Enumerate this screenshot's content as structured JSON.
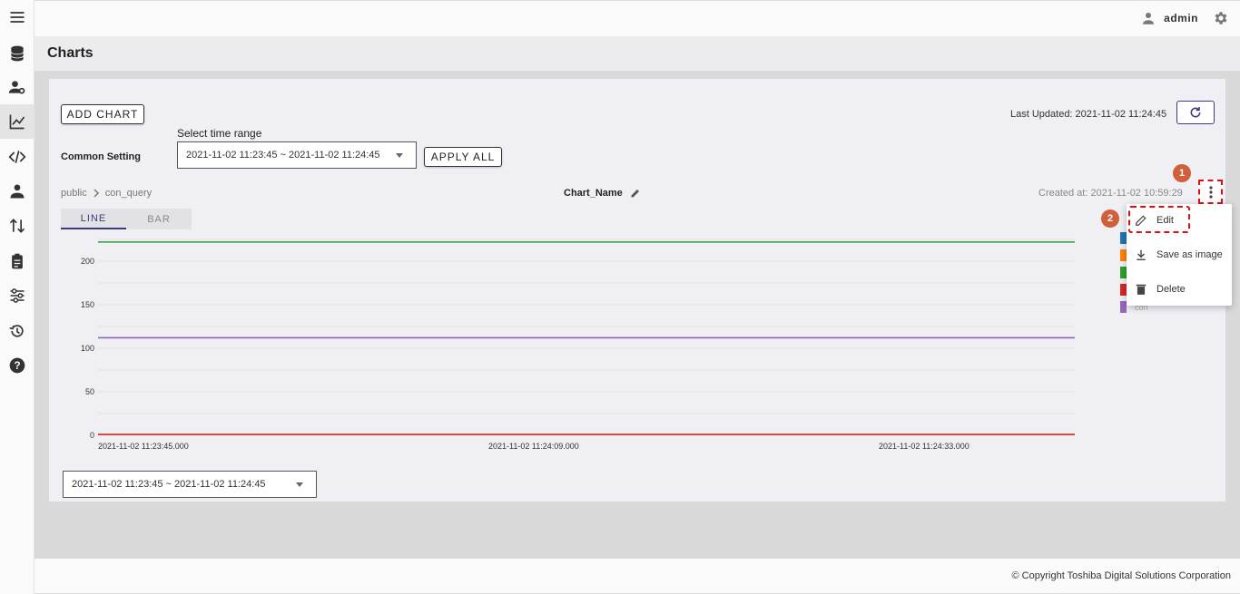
{
  "header": {
    "user": "admin",
    "page_title": "Charts"
  },
  "sidebar": {
    "items": [
      {
        "icon": "menu-icon"
      },
      {
        "icon": "database-icon"
      },
      {
        "icon": "user-settings-icon"
      },
      {
        "icon": "chart-line-icon",
        "active": true
      },
      {
        "icon": "code-icon"
      },
      {
        "icon": "users-icon"
      },
      {
        "icon": "import-export-icon"
      },
      {
        "icon": "clipboard-icon"
      },
      {
        "icon": "settings-sliders-icon"
      },
      {
        "icon": "restore-icon"
      },
      {
        "icon": "help-icon"
      }
    ]
  },
  "toolbar": {
    "add_chart": "ADD CHART",
    "last_updated": "Last Updated: 2021-11-02 11:24:45",
    "common_setting": "Common Setting",
    "select_time_range": "Select time range",
    "time_range_value": "2021-11-02 11:23:45 ~ 2021-11-02 11:24:45",
    "apply_all": "APPLY ALL"
  },
  "chart_panel": {
    "breadcrumb_schema": "public",
    "breadcrumb_query": "con_query",
    "chart_name": "Chart_Name",
    "created_at": "Created at: 2021-11-02 10:59:29",
    "tabs": [
      "LINE",
      "BAR"
    ],
    "active_tab": "LINE",
    "bottom_time_range": "2021-11-02 11:23:45 ~ 2021-11-02 11:24:45"
  },
  "menu": {
    "items": [
      {
        "label": "Edit",
        "icon": "pencil-icon"
      },
      {
        "label": "Save as image",
        "icon": "download-icon"
      },
      {
        "label": "Delete",
        "icon": "trash-icon"
      }
    ]
  },
  "annotations": {
    "step1": "1",
    "step2": "2"
  },
  "legend_fragment": "con",
  "footer": {
    "copyright": "© Copyright Toshiba Digital Solutions Corporation"
  },
  "chart_data": {
    "type": "line",
    "x": [
      "2021-11-02 11:23:45.000",
      "2021-11-02 11:24:09.000",
      "2021-11-02 11:24:33.000"
    ],
    "yticks": [
      0,
      50,
      100,
      150,
      200
    ],
    "ylim": [
      0,
      220
    ],
    "series": [
      {
        "color": "#2ca02c",
        "values": [
          222,
          222,
          222
        ]
      },
      {
        "color": "#9467bd",
        "values": [
          112,
          112,
          112
        ]
      },
      {
        "color": "#d62728",
        "values": [
          1,
          1,
          1
        ]
      }
    ],
    "legend_colors": [
      "#1f77b4",
      "#ff7f0e",
      "#2ca02c",
      "#d62728",
      "#9467bd"
    ]
  }
}
